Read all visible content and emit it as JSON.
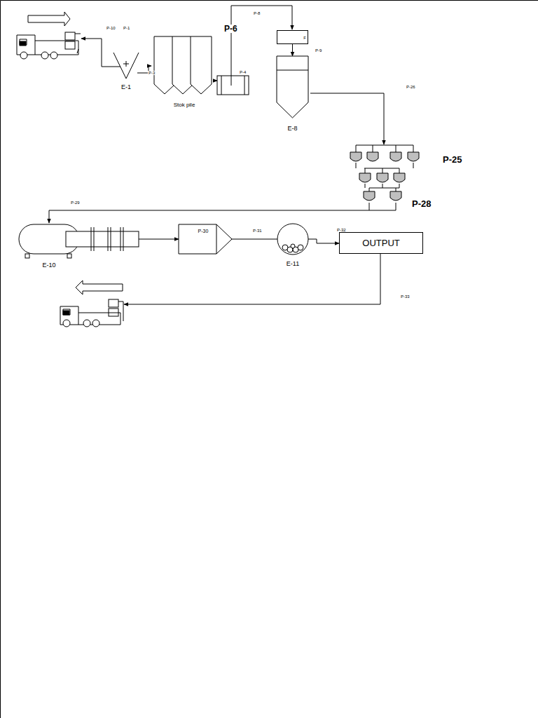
{
  "diagram": {
    "nodes": [
      {
        "text": [
          "E-1"
        ]
      },
      {
        "text": [
          "Stok pile"
        ]
      },
      {
        "text": [
          "F"
        ]
      },
      {
        "text": [
          "E-8"
        ]
      },
      {
        "text": [
          "E-10"
        ]
      },
      {
        "text": [
          "P-30"
        ]
      },
      {
        "text": [
          "E-11"
        ]
      },
      {
        "text": [
          "OUTPUT"
        ]
      }
    ],
    "edges": [
      {
        "from": 0,
        "to": 1,
        "arrow": "to"
      },
      {
        "from": 2,
        "to": 3,
        "arrow": "to"
      },
      {
        "from": 4,
        "to": 5,
        "arrow": "to"
      },
      {
        "from": 5,
        "to": 6,
        "arrow": "none"
      },
      {
        "from": 6,
        "to": 7,
        "arrow": "to"
      }
    ],
    "labels": [
      "P-10",
      "P-1",
      "P-3",
      "P-6",
      "P-4",
      "P-8",
      "P-9",
      "P-26",
      "P-25",
      "P-28",
      "P-29",
      "P-31",
      "P-32",
      "P-33"
    ]
  }
}
